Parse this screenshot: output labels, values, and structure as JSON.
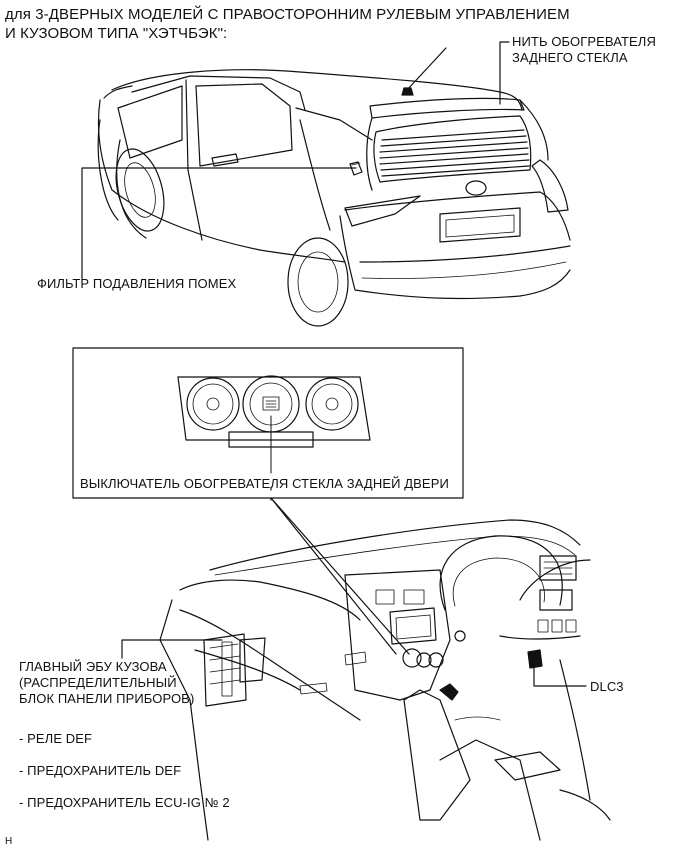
{
  "title": {
    "line1": "для 3-ДВЕРНЫХ МОДЕЛЕЙ С ПРАВОСТОРОННИМ РУЛЕВЫМ УПРАВЛЕНИЕМ",
    "line2": "И КУЗОВОМ ТИПА \"ХЭТЧБЭК\":"
  },
  "labels": {
    "rear_window_heater": [
      "НИТЬ ОБОГРЕВАТЕЛЯ",
      "ЗАДНЕГО СТЕКЛА"
    ],
    "noise_filter": "ФИЛЬТР ПОДАВЛЕНИЯ ПОМЕХ",
    "defogger_switch": "ВЫКЛЮЧАТЕЛЬ ОБОГРЕВАТЕЛЯ СТЕКЛА ЗАДНЕЙ ДВЕРИ",
    "main_body_ecu": [
      "ГЛАВНЫЙ ЭБУ КУЗОВА",
      "(РАСПРЕДЕЛИТЕЛЬНЫЙ",
      "БЛОК ПАНЕЛИ ПРИБОРОВ)"
    ],
    "dlc3": "DLC3",
    "items": [
      "- РЕЛЕ DEF",
      "- ПРЕДОХРАНИТЕЛЬ DEF",
      "- ПРЕДОХРАНИТЕЛЬ ECU-IG № 2"
    ]
  },
  "footer": "H"
}
